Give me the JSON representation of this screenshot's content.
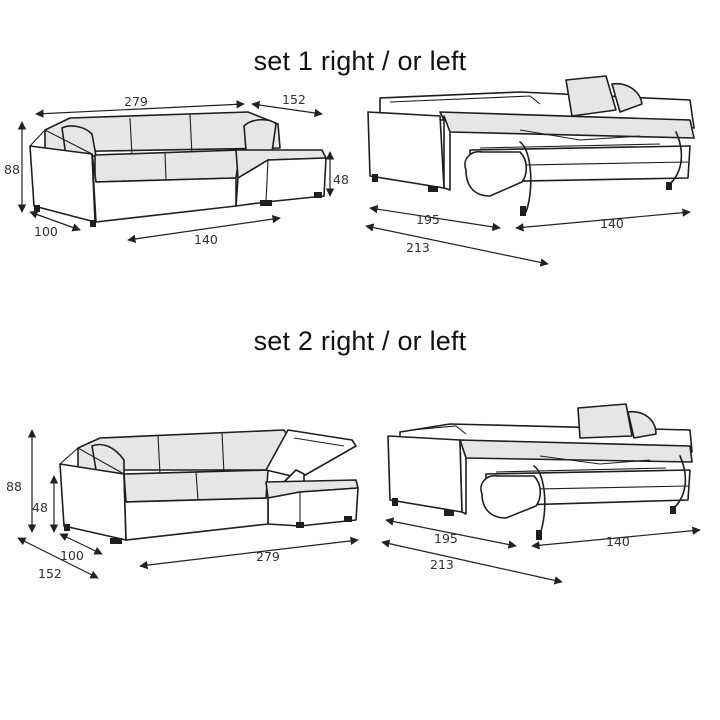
{
  "titles": {
    "set1": "set 1 right / or left",
    "set2": "set 2 right / or left"
  },
  "set1": {
    "sofa": {
      "width": "279",
      "chaise_length": "152",
      "height": "88",
      "seat_height": "48",
      "depth": "100",
      "seat_width": "140"
    },
    "bed": {
      "length_inner": "195",
      "length_outer": "213",
      "width": "140"
    }
  },
  "set2": {
    "sofa": {
      "height": "88",
      "seat_height": "48",
      "depth": "100",
      "chaise_length": "152",
      "width": "279"
    },
    "bed": {
      "length_inner": "195",
      "length_outer": "213",
      "width": "140"
    }
  }
}
